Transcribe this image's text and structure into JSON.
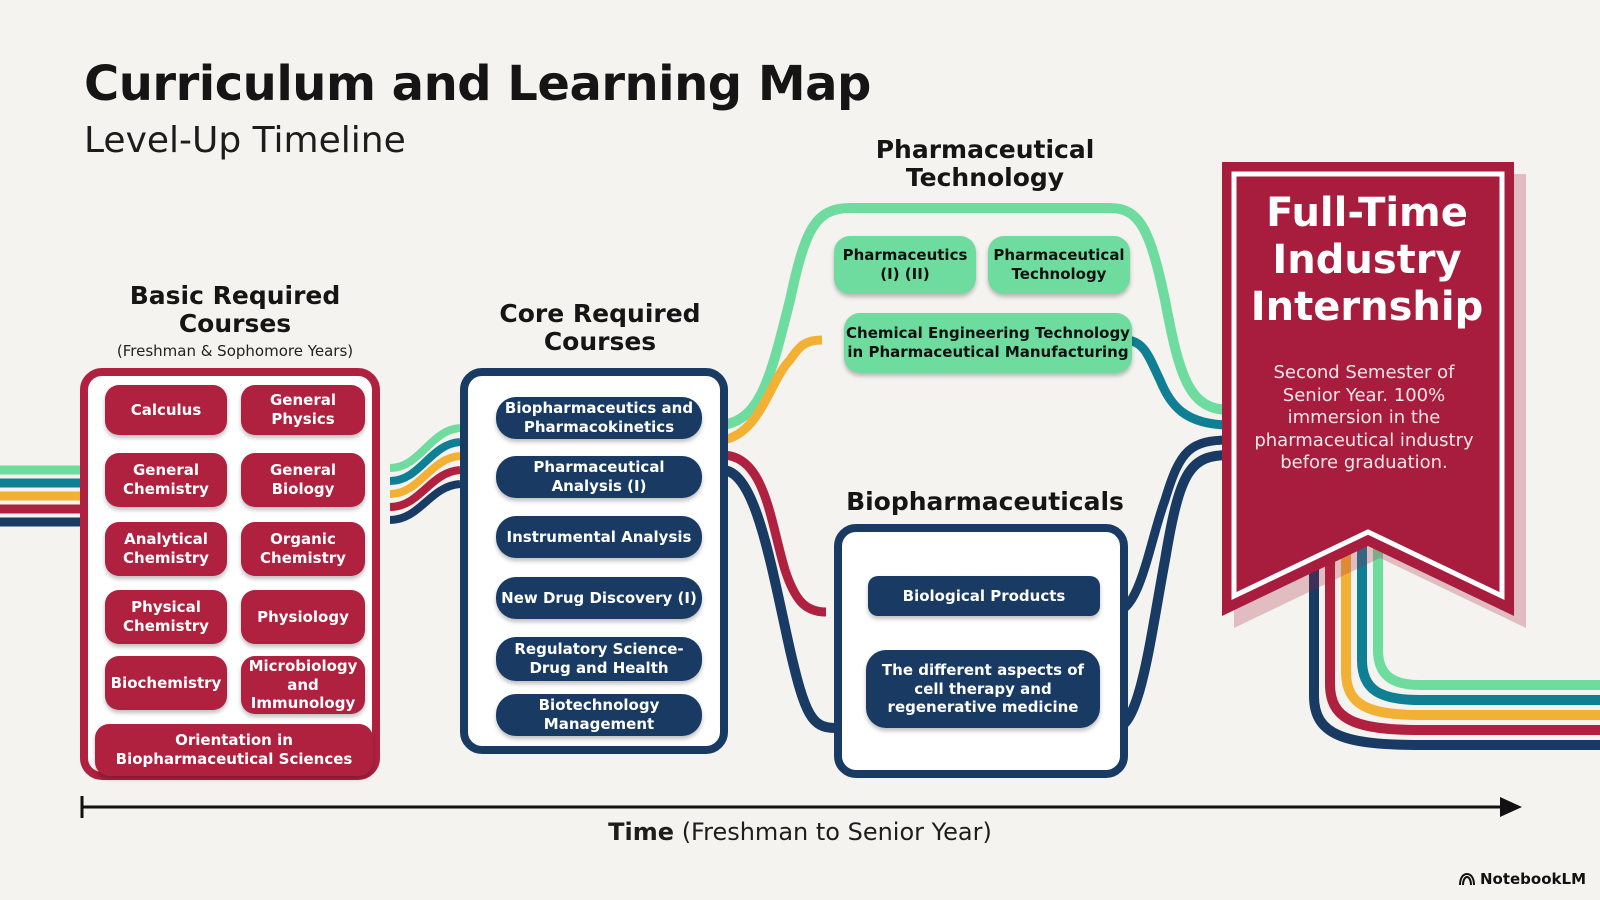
{
  "title": "Curriculum and Learning Map",
  "subtitle": "Level-Up Timeline",
  "basic": {
    "title": "Basic Required Courses",
    "note": "(Freshman & Sophomore Years)",
    "courses": [
      "Calculus",
      "General Physics",
      "General Chemistry",
      "General Biology",
      "Analytical Chemistry",
      "Organic Chemistry",
      "Physical Chemistry",
      "Physiology",
      "Biochemistry",
      "Microbiology and Immunology",
      "Orientation in Biopharmaceutical Sciences"
    ]
  },
  "core": {
    "title": "Core Required Courses",
    "courses": [
      "Biopharmaceutics and Pharmacokinetics",
      "Pharmaceutical Analysis (I)",
      "Instrumental Analysis",
      "New Drug Discovery (I)",
      "Regulatory Science-Drug and Health",
      "Biotechnology Management"
    ]
  },
  "pharm_tech": {
    "title": "Pharmaceutical Technology",
    "courses": [
      "Pharmaceutics (I) (II)",
      "Pharmaceutical Technology",
      "Chemical Engineering Technology in Pharmaceutical Manufacturing"
    ]
  },
  "biopharm": {
    "title": "Biopharmaceuticals",
    "courses": [
      "Biological Products",
      "The different aspects of cell therapy and regenerative medicine"
    ]
  },
  "internship": {
    "title": "Full-Time Industry Internship",
    "description": "Second Semester of Senior Year. 100% immersion in the pharmaceutical industry before graduation."
  },
  "timeline": {
    "label_bold": "Time",
    "label_rest": " (Freshman to Senior Year)"
  },
  "brand": "NotebookLM",
  "colors": {
    "red": "#b0213f",
    "navy": "#183a63",
    "green": "#6fdc9f",
    "teal": "#0f7f93",
    "gold": "#f2b134",
    "banner": "#a81d3d"
  }
}
